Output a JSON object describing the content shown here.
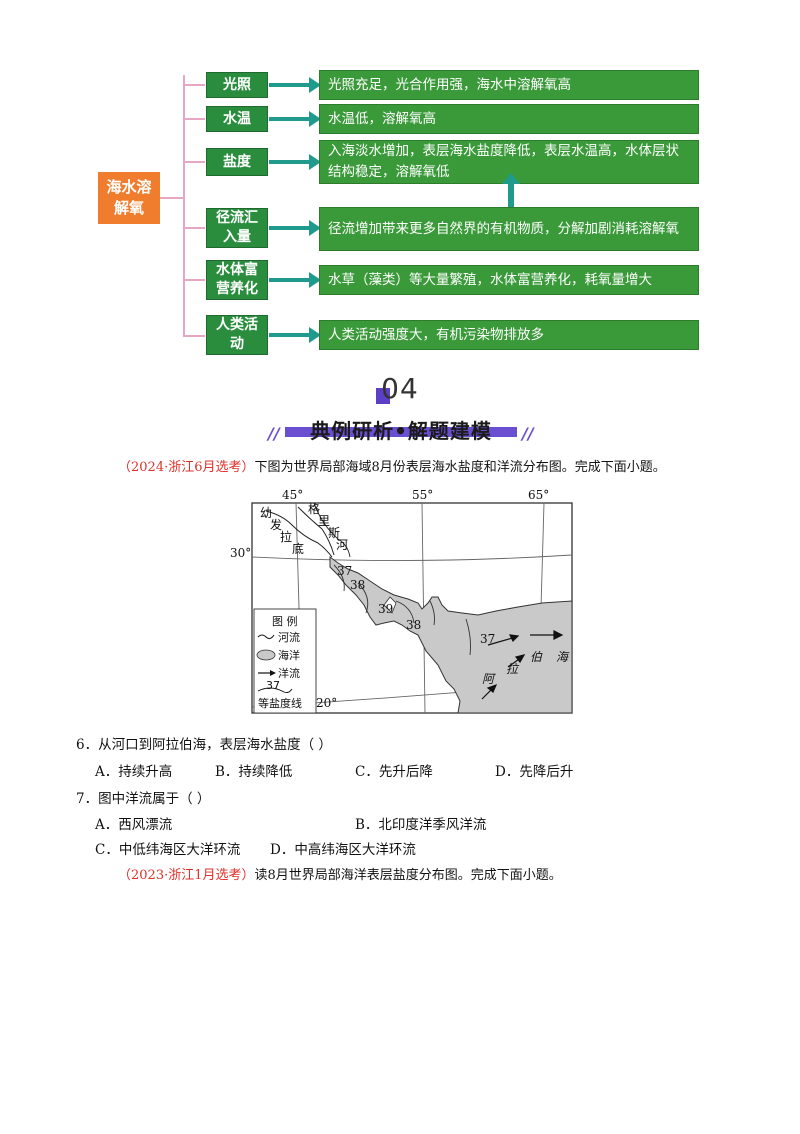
{
  "mindmap": {
    "root": "海水溶解氧",
    "factors": [
      {
        "label": "光照",
        "effect": "光照充足，光合作用强，海水中溶解氧高"
      },
      {
        "label": "水温",
        "effect": "水温低，溶解氧高"
      },
      {
        "label": "盐度",
        "effect": "入海淡水增加，表层海水盐度降低，表层水温高，水体层状结构稳定，溶解氧低"
      },
      {
        "label": "径流汇入量",
        "effect": "径流增加带来更多自然界的有机物质，分解加剧消耗溶解氧"
      },
      {
        "label": "水体富营养化",
        "effect": "水草（藻类）等大量繁殖，水体富营养化，耗氧量增大"
      },
      {
        "label": "人类活动",
        "effect": "人类活动强度大，有机污染物排放多"
      }
    ]
  },
  "section": {
    "number": "04",
    "title": "典例研析•解题建模"
  },
  "intro1": {
    "source": "（2024·浙江6月选考）",
    "text": "下图为世界局部海域8月份表层海水盐度和洋流分布图。完成下面小题。"
  },
  "map": {
    "lon_labels": [
      "45°",
      "55°",
      "65°"
    ],
    "lat_labels": [
      "30°",
      "20°"
    ],
    "isohalines": [
      "37",
      "38",
      "39",
      "38",
      "37"
    ],
    "river_chars": [
      "幼",
      "发",
      "拉",
      "底",
      "格",
      "里",
      "斯",
      "河"
    ],
    "sea_chars": [
      "阿",
      "拉",
      "伯",
      "海"
    ],
    "legend": {
      "title": "图 例",
      "items": [
        "河流",
        "海洋",
        "洋流",
        "等盐度线"
      ],
      "iso_sample": "37"
    }
  },
  "q6": {
    "stem": "6．从河口到阿拉伯海，表层海水盐度（    ）",
    "options": [
      "A．持续升高",
      "B．持续降低",
      "C．先升后降",
      "D．先降后升"
    ]
  },
  "q7": {
    "stem": "7．图中洋流属于（    ）",
    "options": [
      "A．西风漂流",
      "B．北印度洋季风洋流",
      "C．中低纬海区大洋环流",
      "D．中高纬海区大洋环流"
    ]
  },
  "intro2": {
    "source": "（2023·浙江1月选考）",
    "text": "读8月世界局部海洋表层盐度分布图。完成下面小题。"
  },
  "colors": {
    "root": "#f07d2e",
    "factor": "#2a8d3e",
    "effect": "#3a9a3a",
    "arrow": "#1f9a8c",
    "source": "#e0312b",
    "band": "#6a4fd0"
  }
}
